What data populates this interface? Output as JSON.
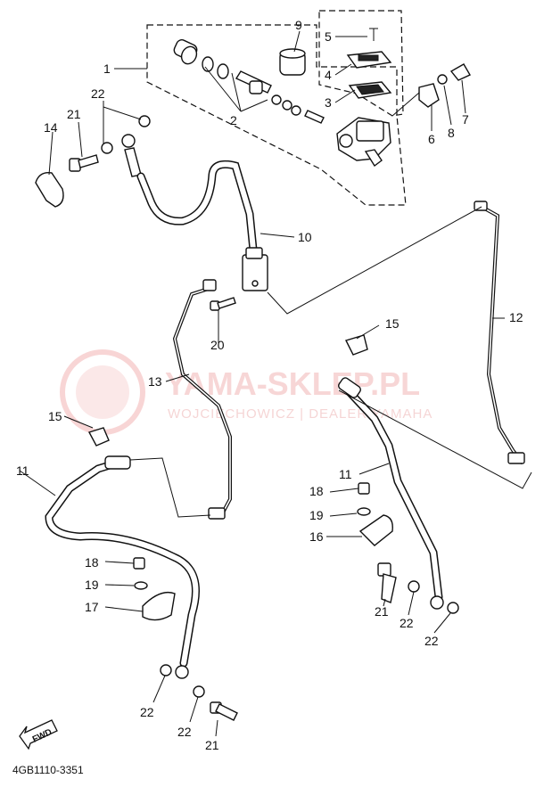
{
  "callouts": {
    "c1": "1",
    "c2": "2",
    "c3": "3",
    "c4": "4",
    "c5": "5",
    "c6": "6",
    "c7": "7",
    "c8": "8",
    "c9": "9",
    "c10": "10",
    "c11a": "11",
    "c11b": "11",
    "c12": "12",
    "c13": "13",
    "c14": "14",
    "c15a": "15",
    "c15b": "15",
    "c16": "16",
    "c17": "17",
    "c18a": "18",
    "c18b": "18",
    "c19a": "19",
    "c19b": "19",
    "c20": "20",
    "c21a": "21",
    "c21b": "21",
    "c21c": "21",
    "c22a": "22",
    "c22b": "22",
    "c22c": "22",
    "c22d": "22",
    "c22e": "22"
  },
  "watermark": {
    "site": "YAMA-SKLEP.PL",
    "dealer": "WOJCIECHOWICZ | DEALER YAMAHA"
  },
  "fwd_label": "FWD",
  "diagram_code": "4GB1110-3351"
}
